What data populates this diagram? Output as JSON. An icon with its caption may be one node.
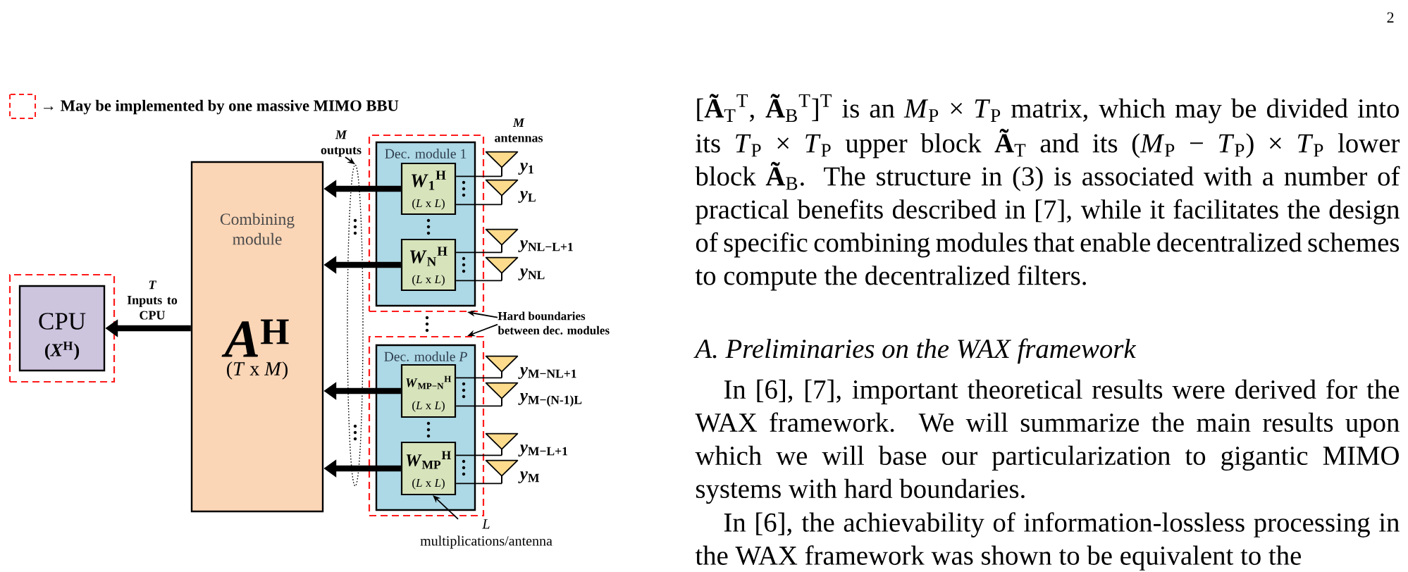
{
  "diagram": {
    "nodes": [
      {
        "text": [],
        "shape": "box"
      },
      {
        "text": [
          "CPU",
          "(*X*$^{H}$)"
        ],
        "in": 0
      },
      {
        "text": [
          "Combining module",
          "*A*$^{H}$",
          "(*T* x *M*)"
        ]
      },
      {
        "text": [
          "*M* outputs"
        ]
      },
      {
        "text": [],
        "shape": "ellipse"
      },
      {
        "text": [],
        "shape": "box"
      },
      {
        "text": [
          "Dec. module 1"
        ],
        "in": 5
      },
      {
        "text": [
          "*W*$_{1}$$^{H}$",
          "(*L* x *L*)"
        ],
        "in": 6
      },
      {
        "text": [
          "*W*$_{N}$$^{H}$",
          "(*L* x *L*)"
        ],
        "in": 6
      },
      {
        "text": [],
        "shape": "box"
      },
      {
        "text": [
          "Dec. module *P*"
        ],
        "in": 9
      },
      {
        "text": [
          "*W*$_{MP−N}$$^{H}$",
          "(*L* x *L*)"
        ],
        "in": 10
      },
      {
        "text": [
          "*W*$_{MP}$$^{H}$",
          "(*L* x *L*)"
        ],
        "in": 10
      },
      {
        "text": [],
        "shape": "antenna",
        "beside": [
          "*y*$_{1}$"
        ]
      },
      {
        "text": [],
        "shape": "antenna",
        "beside": [
          "*y*$_{L}$"
        ]
      },
      {
        "text": [],
        "shape": "antenna",
        "beside": [
          "*y*$_{NL−L+1}$"
        ]
      },
      {
        "text": [],
        "shape": "antenna",
        "beside": [
          "*y*$_{NL}$"
        ]
      },
      {
        "text": [
          "Hard boundaries between dec. modules"
        ]
      },
      {
        "text": [],
        "shape": "antenna",
        "beside": [
          "*y*$_{M−NL+1}$"
        ]
      },
      {
        "text": [],
        "shape": "antenna",
        "beside": [
          "*y*$_{M−(N-1)L}$"
        ]
      },
      {
        "text": [],
        "shape": "antenna",
        "beside": [
          "*y*$_{M−L+1}$"
        ]
      },
      {
        "text": [],
        "shape": "antenna",
        "beside": [
          "*y*$_{M}$"
        ]
      },
      {
        "text": [
          "*L* multiplications/antenna"
        ]
      }
    ],
    "edges": [
      {
        "from": 2,
        "to": 1,
        "arrow": "to",
        "style": "thick",
        "label": "*T* Inputs to CPU"
      },
      {
        "from": 7,
        "to": 2,
        "arrow": "to",
        "style": "thick"
      },
      {
        "from": 8,
        "to": 2,
        "arrow": "to",
        "style": "thick"
      },
      {
        "from": 11,
        "to": 2,
        "arrow": "to",
        "style": "thick"
      },
      {
        "from": 12,
        "to": 2,
        "arrow": "to",
        "style": "thick"
      },
      {
        "from": 7,
        "to": 13,
        "arrow": "none"
      },
      {
        "from": 7,
        "to": 14,
        "arrow": "none"
      },
      {
        "from": 8,
        "to": 15,
        "arrow": "none"
      },
      {
        "from": 8,
        "to": 16,
        "arrow": "none"
      },
      {
        "from": 11,
        "to": 18,
        "arrow": "none"
      },
      {
        "from": 11,
        "to": 19,
        "arrow": "none"
      },
      {
        "from": 12,
        "to": 20,
        "arrow": "none"
      },
      {
        "from": 12,
        "to": 21,
        "arrow": "none"
      },
      {
        "from": 3,
        "to": 4,
        "arrow": "to"
      },
      {
        "from": 17,
        "to": 5,
        "arrow": "to"
      },
      {
        "from": 17,
        "to": 9,
        "arrow": "to"
      },
      {
        "from": 22,
        "to": 12,
        "arrow": "to"
      }
    ],
    "labels": [
      "2",
      "*M* antennas",
      "[**Ã**$_{T}$$^{T}$, **Ã**$_{B}$$^{T}$]$^{T}$ is an *M*$_{P}$ × *T*$_{P}$ matrix, which may be divided into its *T*$_{P}$ × *T*$_{P}$ upper block **Ã**$_{T}$ and its (*M*$_{P}$ − *T*$_{P}$) × *T*$_{P}$ lower block **Ã**$_{B}$. The structure in (3) is associated with a number of practical benefits described in [7], while it facilitates the design of specific combining modules that enable decentralized schemes to compute the decentralized filters.",
      "A. Preliminaries on the WAX framework",
      "In [6], [7], important theoretical results were derived for the WAX framework. We will summarize the main results upon which we will base our particularization to gigantic MIMO systems with hard boundaries.",
      "In [6], the achievability of information-lossless processing in the WAX framework was shown to be equivalent to the"
    ],
    "legend": [
      {
        "text": "→ May be implemented by one massive MIMO BBU"
      }
    ]
  }
}
